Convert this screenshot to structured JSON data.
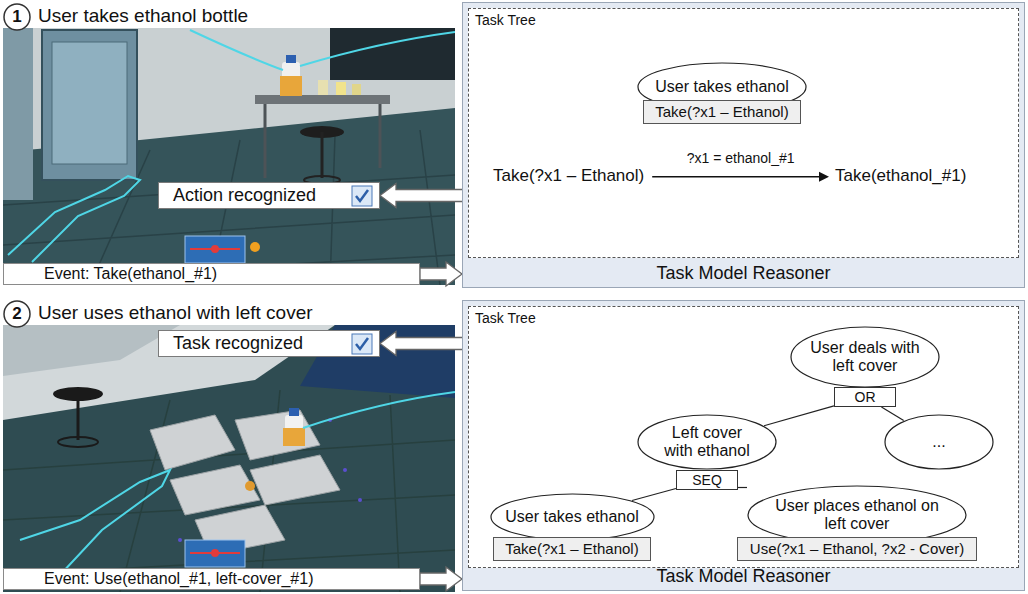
{
  "diagram": {
    "nodes": [
      {
        "text": [
          "1"
        ]
      },
      {
        "text": [
          "Action recognized"
        ]
      },
      {
        "text": [
          "Event: Take(ethanol_#1)"
        ]
      },
      {
        "text": [
          "Task Model Reasoner"
        ]
      },
      {
        "text": [
          "Task Tree"
        ],
        "in": 3
      },
      {
        "text": [
          "User takes ethanol"
        ],
        "in": 4
      },
      {
        "text": [
          "Take(?x1 – Ethanol)"
        ],
        "in": 4
      },
      {
        "text": [
          "2"
        ]
      },
      {
        "text": [
          "Task recognized"
        ]
      },
      {
        "text": [
          "Event: Use(ethanol_#1, left-cover_#1)"
        ]
      },
      {
        "text": [
          "Task Model Reasoner"
        ]
      },
      {
        "text": [
          "Task Tree"
        ],
        "in": 10
      },
      {
        "text": [
          "User deals with left cover"
        ],
        "in": 11
      },
      {
        "text": [
          "OR"
        ],
        "in": 11
      },
      {
        "text": [
          "Left cover with ethanol"
        ],
        "in": 11
      },
      {
        "text": [
          "..."
        ],
        "in": 11
      },
      {
        "text": [
          "SEQ"
        ],
        "in": 11
      },
      {
        "text": [
          "User takes ethanol"
        ],
        "in": 11
      },
      {
        "text": [
          "User places ethanol on left cover"
        ],
        "in": 11
      },
      {
        "text": [
          "Take(?x1 – Ethanol)"
        ],
        "in": 11
      },
      {
        "text": [
          "Use(?x1 – Ethanol, ?x2 - Cover)"
        ],
        "in": 11
      }
    ],
    "edges": [
      {
        "from": 4,
        "to": 1,
        "arrow": "to"
      },
      {
        "from": 2,
        "to": 3,
        "arrow": "to"
      },
      {
        "from": 11,
        "to": 8,
        "arrow": "to"
      },
      {
        "from": 9,
        "to": 10,
        "arrow": "to"
      },
      {
        "from": 13,
        "to": 14,
        "arrow": "none"
      },
      {
        "from": 13,
        "to": 15,
        "arrow": "none"
      },
      {
        "from": 16,
        "to": 17,
        "arrow": "none"
      },
      {
        "from": 16,
        "to": 18,
        "arrow": "none"
      }
    ],
    "labels": [
      "User takes ethanol bottle",
      "Take(?x1 – Ethanol)",
      "?x1 = ethanol_#1",
      "Take(ethanol_#1)",
      "User uses ethanol with left cover"
    ]
  }
}
